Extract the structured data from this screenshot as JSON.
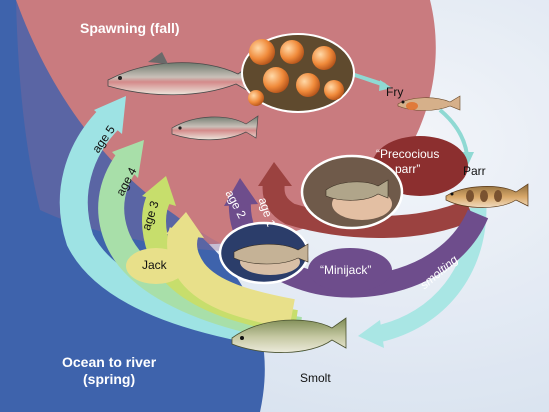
{
  "labels": {
    "spawning": "Spawning (fall)",
    "ocean": "Ocean to river\n(spring)",
    "fry": "Fry",
    "parr": "Parr",
    "smolt": "Smolt",
    "smolting": "smolting",
    "precocious": "“Precocious\nparr”",
    "minijack": "“Minijack”",
    "jack": "Jack",
    "age1": "age 1",
    "age2": "age 2",
    "age3": "age 3",
    "age4": "age 4",
    "age5": "age 5"
  },
  "colors": {
    "ocean_blue": "#3e63ac",
    "spawning_red": "#c97b7f",
    "sky": "#e4ecf6",
    "age1_arrow": "#9b4240",
    "age2_arrow": "#6e4d8c",
    "jack_arrow": "#e8e08a",
    "age3_arrow": "#c7de6c",
    "age4_arrow": "#a8dfa9",
    "age5_arrow": "#9ee3e4",
    "smolting_arrow": "#a9e6e4",
    "fry_arrow": "#8fd9d3"
  },
  "icons": [
    "adult-salmon",
    "adult-salmon-small",
    "salmon-eggs",
    "fry-fish",
    "parr-fish",
    "smolt-fish",
    "precocious-parr-photo",
    "minijack-photo"
  ]
}
